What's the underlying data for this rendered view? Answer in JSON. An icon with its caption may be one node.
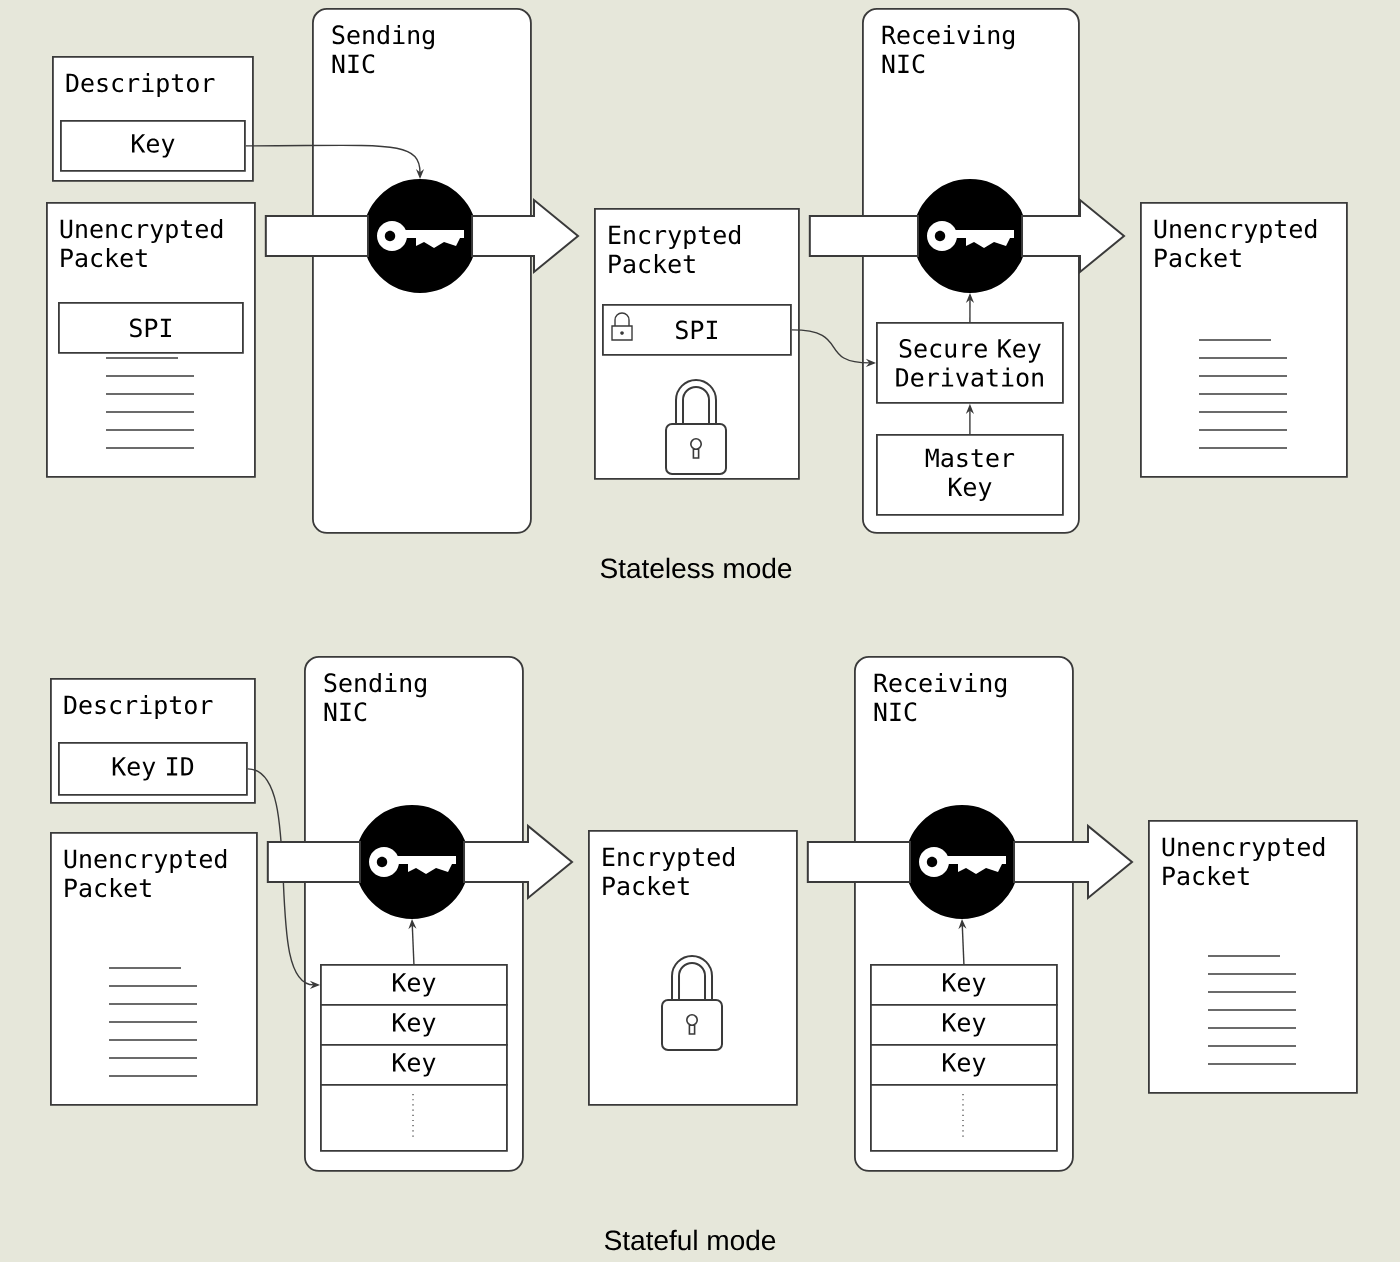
{
  "diagram": {
    "nodes": [
      {
        "text": [
          "Descriptor"
        ]
      },
      {
        "text": [
          "Key"
        ],
        "in": 0
      },
      {
        "text": [
          "Unencrypted Packet"
        ]
      },
      {
        "text": [
          "SPI"
        ],
        "in": 2
      },
      {
        "text": [
          "Sending NIC"
        ]
      },
      {
        "text": [],
        "shape": "circle",
        "in": 4
      },
      {
        "text": [
          "Encrypted Packet"
        ]
      },
      {
        "text": [
          "SPI"
        ],
        "in": 6
      },
      {
        "text": [
          "Receiving NIC"
        ]
      },
      {
        "text": [],
        "shape": "circle",
        "in": 8
      },
      {
        "text": [
          "Secure Key Derivation"
        ],
        "in": 8
      },
      {
        "text": [
          "Master Key"
        ],
        "in": 8
      },
      {
        "text": [
          "Unencrypted Packet"
        ]
      },
      {
        "text": [
          "Descriptor"
        ]
      },
      {
        "text": [
          "Key ID"
        ],
        "in": 13
      },
      {
        "text": [
          "Unencrypted Packet"
        ]
      },
      {
        "text": [
          "Sending NIC"
        ]
      },
      {
        "text": [],
        "shape": "circle",
        "in": 16
      },
      {
        "text": [
          "Key"
        ],
        "in": 16
      },
      {
        "text": [
          "Key"
        ],
        "in": 16
      },
      {
        "text": [
          "Key"
        ],
        "in": 16
      },
      {
        "text": [],
        "shape": "box",
        "in": 16
      },
      {
        "text": [
          "Encrypted Packet"
        ]
      },
      {
        "text": [
          "Receiving NIC"
        ]
      },
      {
        "text": [],
        "shape": "circle",
        "in": 23
      },
      {
        "text": [
          "Key"
        ],
        "in": 23
      },
      {
        "text": [
          "Key"
        ],
        "in": 23
      },
      {
        "text": [
          "Key"
        ],
        "in": 23
      },
      {
        "text": [],
        "shape": "box",
        "in": 23
      },
      {
        "text": [
          "Unencrypted Packet"
        ]
      }
    ],
    "edges": [
      {
        "from": 1,
        "to": 5,
        "arrow": "to"
      },
      {
        "from": 2,
        "to": 5,
        "arrow": "none",
        "style": "thick"
      },
      {
        "from": 5,
        "to": 6,
        "arrow": "to",
        "style": "thick"
      },
      {
        "from": 7,
        "to": 10,
        "arrow": "to"
      },
      {
        "from": 11,
        "to": 10,
        "arrow": "to"
      },
      {
        "from": 10,
        "to": 9,
        "arrow": "to"
      },
      {
        "from": 6,
        "to": 9,
        "arrow": "none",
        "style": "thick"
      },
      {
        "from": 9,
        "to": 12,
        "arrow": "to",
        "style": "thick"
      },
      {
        "from": 14,
        "to": 18,
        "arrow": "to"
      },
      {
        "from": 18,
        "to": 17,
        "arrow": "to"
      },
      {
        "from": 15,
        "to": 17,
        "arrow": "none",
        "style": "thick"
      },
      {
        "from": 17,
        "to": 22,
        "arrow": "to",
        "style": "thick"
      },
      {
        "from": 22,
        "to": 24,
        "arrow": "none",
        "style": "thick"
      },
      {
        "from": 24,
        "to": 29,
        "arrow": "to",
        "style": "thick"
      },
      {
        "from": 25,
        "to": 24,
        "arrow": "to"
      }
    ],
    "labels": [
      "Stateless mode",
      "Stateful mode"
    ]
  }
}
